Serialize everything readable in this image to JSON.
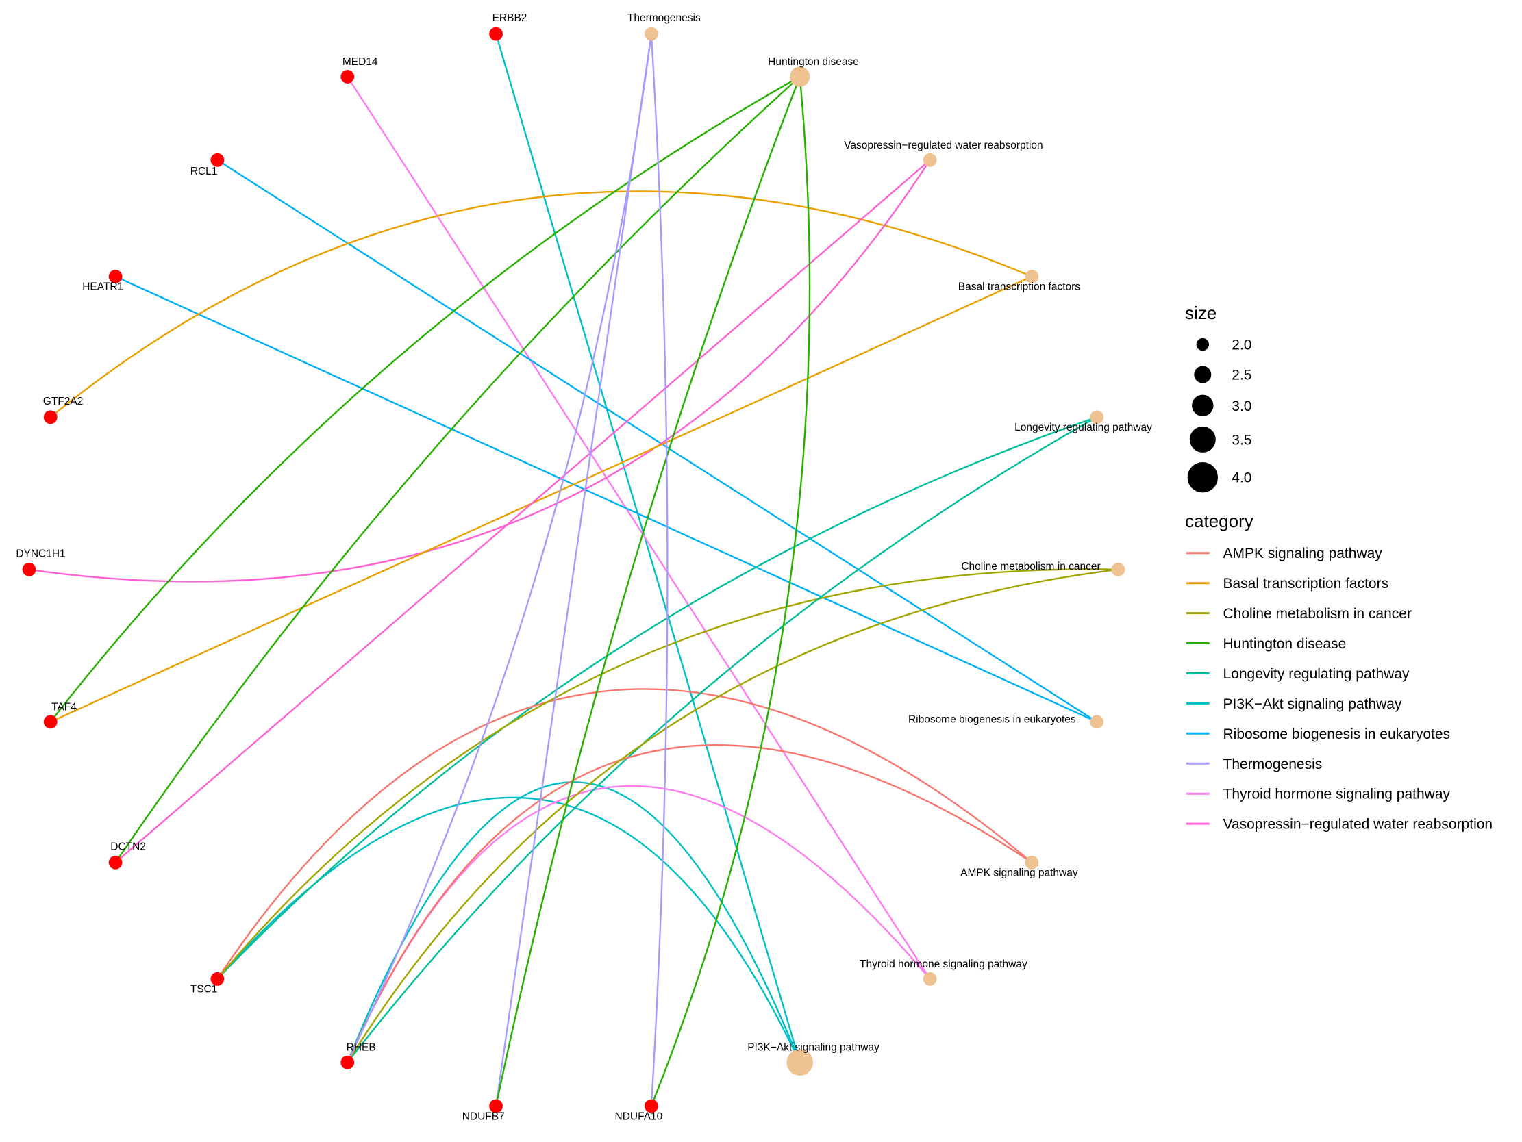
{
  "chart_data": {
    "type": "cnetplot",
    "gene_color": "#FF0000",
    "category_node_color": "#EFC292",
    "genes": [
      "ERBB2",
      "MED14",
      "RCL1",
      "HEATR1",
      "GTF2A2",
      "DYNC1H1",
      "TAF4",
      "DCTN2",
      "TSC1",
      "RHEB",
      "NDUFB7",
      "NDUFA10"
    ],
    "categories": [
      {
        "name": "Thermogenesis",
        "size": 2
      },
      {
        "name": "Huntington disease",
        "size": 3
      },
      {
        "name": "Vasopressin−regulated water reabsorption",
        "size": 2
      },
      {
        "name": "Basal transcription factors",
        "size": 2
      },
      {
        "name": "Longevity regulating pathway",
        "size": 2
      },
      {
        "name": "Choline metabolism in cancer",
        "size": 2
      },
      {
        "name": "Ribosome biogenesis in eukaryotes",
        "size": 2
      },
      {
        "name": "AMPK signaling pathway",
        "size": 2
      },
      {
        "name": "Thyroid hormone signaling pathway",
        "size": 2
      },
      {
        "name": "PI3K−Akt signaling pathway",
        "size": 4
      }
    ],
    "edges": [
      {
        "gene": "ERBB2",
        "category": "PI3K−Akt signaling pathway"
      },
      {
        "gene": "MED14",
        "category": "Thyroid hormone signaling pathway"
      },
      {
        "gene": "RCL1",
        "category": "Ribosome biogenesis in eukaryotes"
      },
      {
        "gene": "HEATR1",
        "category": "Ribosome biogenesis in eukaryotes"
      },
      {
        "gene": "GTF2A2",
        "category": "Basal transcription factors"
      },
      {
        "gene": "DYNC1H1",
        "category": "Vasopressin−regulated water reabsorption"
      },
      {
        "gene": "TAF4",
        "category": "Basal transcription factors"
      },
      {
        "gene": "TAF4",
        "category": "Huntington disease"
      },
      {
        "gene": "DCTN2",
        "category": "Vasopressin−regulated water reabsorption"
      },
      {
        "gene": "DCTN2",
        "category": "Huntington disease"
      },
      {
        "gene": "TSC1",
        "category": "PI3K−Akt signaling pathway"
      },
      {
        "gene": "TSC1",
        "category": "Longevity regulating pathway"
      },
      {
        "gene": "TSC1",
        "category": "AMPK signaling pathway"
      },
      {
        "gene": "TSC1",
        "category": "Choline metabolism in cancer"
      },
      {
        "gene": "RHEB",
        "category": "PI3K−Akt signaling pathway"
      },
      {
        "gene": "RHEB",
        "category": "Thyroid hormone signaling pathway"
      },
      {
        "gene": "RHEB",
        "category": "Longevity regulating pathway"
      },
      {
        "gene": "RHEB",
        "category": "AMPK signaling pathway"
      },
      {
        "gene": "RHEB",
        "category": "Choline metabolism in cancer"
      },
      {
        "gene": "RHEB",
        "category": "Thermogenesis"
      },
      {
        "gene": "NDUFB7",
        "category": "Thermogenesis"
      },
      {
        "gene": "NDUFB7",
        "category": "Huntington disease"
      },
      {
        "gene": "NDUFA10",
        "category": "Thermogenesis"
      },
      {
        "gene": "NDUFA10",
        "category": "Huntington disease"
      }
    ],
    "legend": {
      "size_title": "size",
      "size_entries": [
        {
          "label": "2.0",
          "value": 2.0
        },
        {
          "label": "2.5",
          "value": 2.5
        },
        {
          "label": "3.0",
          "value": 3.0
        },
        {
          "label": "3.5",
          "value": 3.5
        },
        {
          "label": "4.0",
          "value": 4.0
        }
      ],
      "category_title": "category",
      "category_entries": [
        {
          "label": "AMPK signaling pathway",
          "color": "#F8766D"
        },
        {
          "label": "Basal transcription factors",
          "color": "#E9A000"
        },
        {
          "label": "Choline metabolism in cancer",
          "color": "#A3A500"
        },
        {
          "label": "Huntington disease",
          "color": "#25B000"
        },
        {
          "label": "Longevity regulating pathway",
          "color": "#00BE9A"
        },
        {
          "label": "PI3K−Akt signaling pathway",
          "color": "#00BFC4"
        },
        {
          "label": "Ribosome biogenesis in eukaryotes",
          "color": "#00B0F6"
        },
        {
          "label": "Thermogenesis",
          "color": "#A59CFF"
        },
        {
          "label": "Thyroid hormone signaling pathway",
          "color": "#FF7CF0"
        },
        {
          "label": "Vasopressin−regulated water reabsorption",
          "color": "#FF61D3"
        }
      ]
    }
  }
}
